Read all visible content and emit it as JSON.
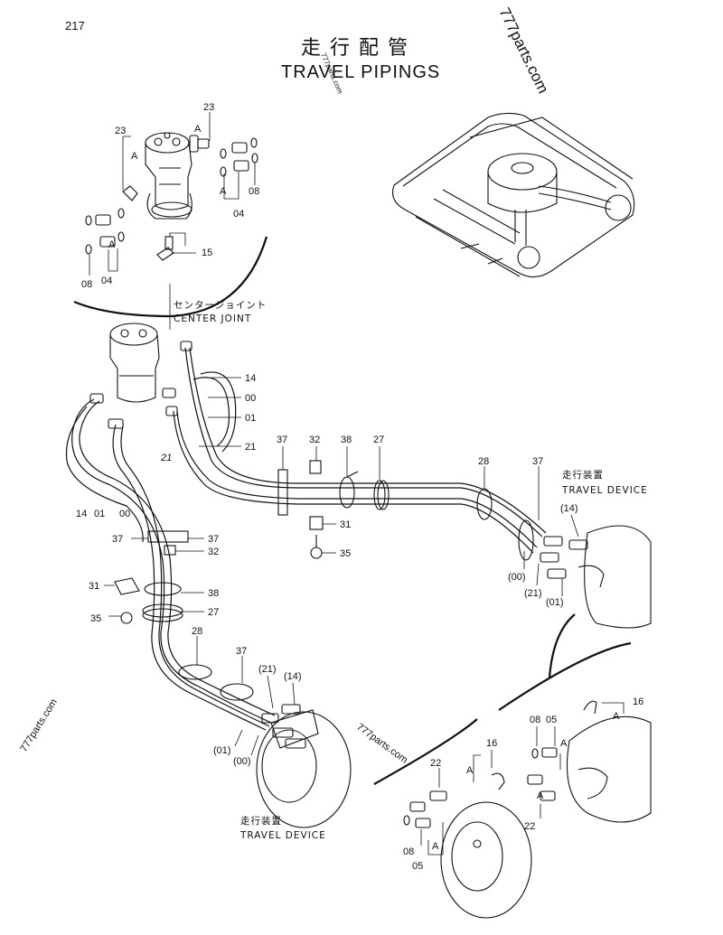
{
  "page_number": "217",
  "title": {
    "jp": "走行配管",
    "en": "TRAVEL PIPINGS"
  },
  "watermarks": [
    "777parts.com",
    "777parts.com",
    "777parts.com",
    "777parts.com"
  ],
  "captions": {
    "center_joint_jp": "センタージョイント",
    "center_joint_en": "CENTER JOINT",
    "travel_device_right_jp": "走行装置",
    "travel_device_right_en": "TRAVEL DEVICE",
    "travel_device_bottom_jp": "走行装置",
    "travel_device_bottom_en": "TRAVEL DEVICE"
  },
  "callouts": {
    "detail": [
      "23",
      "23",
      "A",
      "A",
      "08",
      "04",
      "A",
      "15",
      "08",
      "04"
    ],
    "main": [
      "14",
      "00",
      "01",
      "21",
      "21",
      "14",
      "01",
      "00",
      "37",
      "32",
      "38",
      "27",
      "31",
      "35",
      "28",
      "37",
      "37",
      "37",
      "32",
      "31",
      "38",
      "27",
      "35",
      "28",
      "37"
    ],
    "right_device": [
      "(14)",
      "(00)",
      "(21)",
      "(01)"
    ],
    "bottom_device": [
      "(21)",
      "(14)",
      "(01)",
      "(00)"
    ],
    "inset_right": [
      "16",
      "A",
      "08",
      "05",
      "A",
      "A",
      "22"
    ],
    "inset_bottom": [
      "16",
      "A",
      "22",
      "08",
      "A",
      "05"
    ]
  }
}
